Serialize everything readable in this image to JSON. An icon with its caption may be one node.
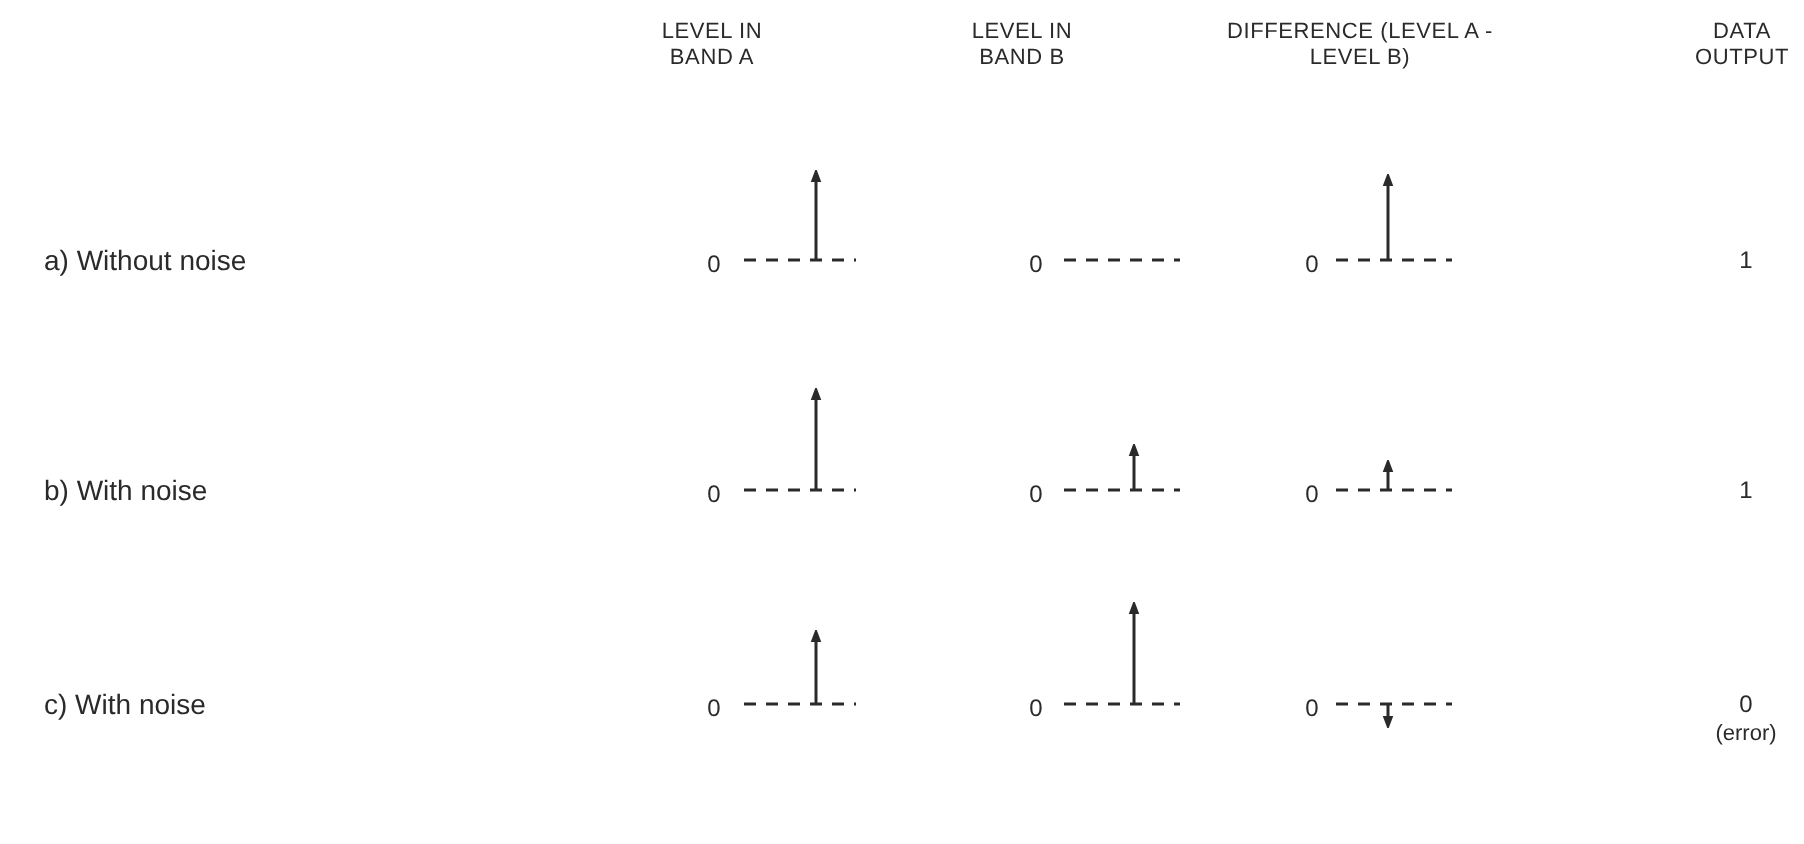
{
  "diagram": {
    "labels": [
      "LEVEL IN BAND A",
      "LEVEL IN BAND B",
      "DIFFERENCE (LEVEL A - LEVEL B)",
      "DATA OUTPUT",
      "a) Without noise",
      "0",
      "0",
      "0",
      "1",
      "b) With noise",
      "0",
      "0",
      "0",
      "1",
      "c) With noise",
      "0",
      "0",
      "0",
      "0",
      "(error)"
    ]
  }
}
